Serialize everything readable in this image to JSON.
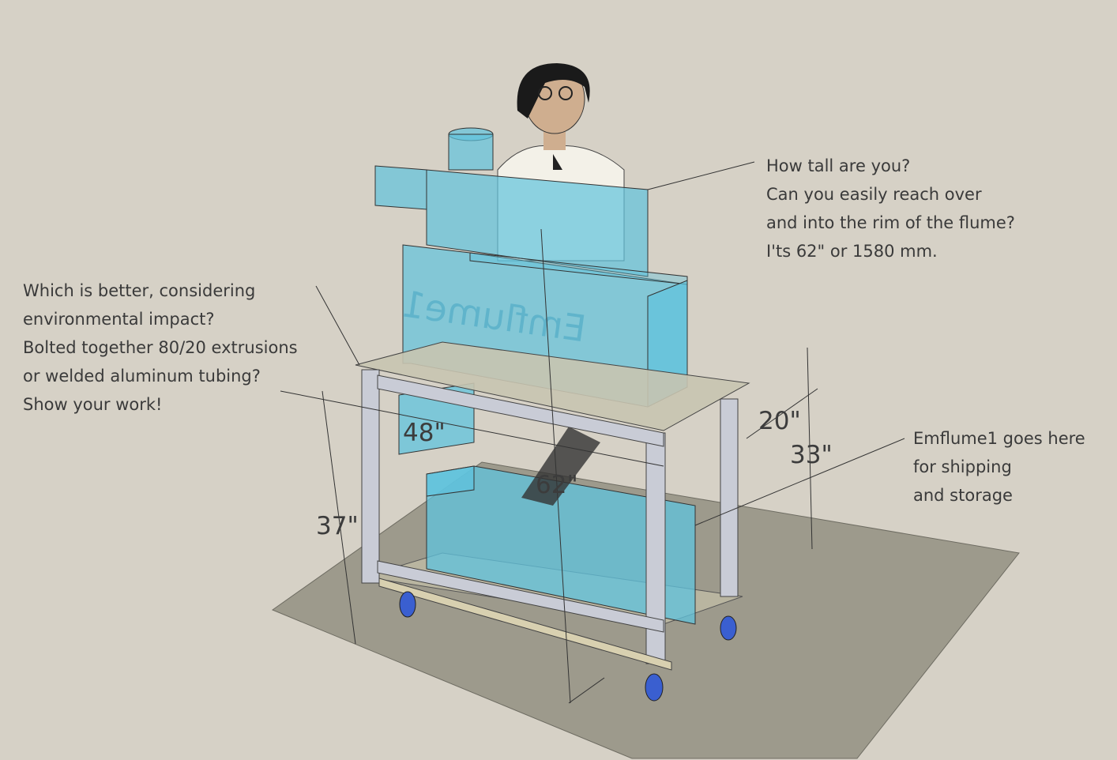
{
  "notes": {
    "height_question": [
      "How tall are you?",
      "Can you easily reach over",
      "and into the rim of the flume?",
      "I'ts 62\" or 1580 mm."
    ],
    "material_question": [
      "Which is better, considering",
      "environmental impact?",
      "Bolted together 80/20 extrusions",
      "or welded aluminum tubing?",
      "Show your work!"
    ],
    "storage_note": [
      "Emflume1 goes here",
      "for shipping",
      "and storage"
    ]
  },
  "dimensions": {
    "width": "48\"",
    "rim_height": "62\"",
    "overall_height": "37\"",
    "depth": "20\"",
    "leg_height": "33\""
  },
  "flume_logo_text": "Emflume1",
  "colors": {
    "background": "#d6d1c6",
    "floor": "#9d9a8c",
    "acrylic": "#5fc3dd",
    "frame": "#c9ccd6",
    "tabletop": "#c8c4b0",
    "caster": "#3a5fd0"
  }
}
